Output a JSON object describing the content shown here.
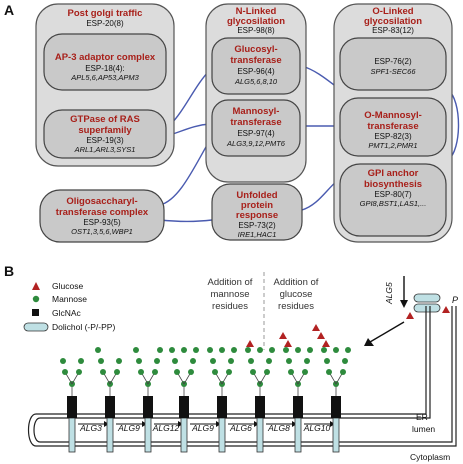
{
  "panel_a": {
    "letter": "A",
    "columns": [
      {
        "title": "Post golgi traffic",
        "esp": "ESP-20(8)"
      },
      {
        "title": "N-Linked glycosilation",
        "esp": "ESP-98(8)"
      },
      {
        "title": "O-Linked glycosilation",
        "esp": "ESP-83(12)"
      }
    ],
    "boxes": [
      {
        "title": "AP-3 adaptor complex",
        "esp": "ESP-18(4):",
        "genes": "APL5,6,AP53,APM3"
      },
      {
        "title": "GTPase of RAS superfamily",
        "esp": "ESP-19(3)",
        "genes": "ARL1,ARL3,SYS1"
      },
      {
        "title": "Oligosaccharyl-transferase complex",
        "esp": "ESP-93(5)",
        "genes": "OST1,3,5,6,WBP1"
      },
      {
        "title": "Glucosyl-transferase",
        "esp": "ESP-96(4)",
        "genes": "ALG5,6,8,10"
      },
      {
        "title": "Mannosyl-transferase",
        "esp": "ESP-97(4)",
        "genes": "ALG3,9,12,PMT6"
      },
      {
        "title": "Unfolded protein response",
        "esp": "ESP-73(2)",
        "genes": "IRE1,HAC1"
      },
      {
        "title": "",
        "esp": "ESP-76(2)",
        "genes": "SPF1-SEC66"
      },
      {
        "title": "O-Mannosyl-transferase",
        "esp": "ESP-82(3)",
        "genes": "PMT1,2,PMR1"
      },
      {
        "title": "GPI anchor biosynthesis",
        "esp": "ESP-80(7)",
        "genes": "GPI8,BST1,LAS1,..."
      }
    ]
  },
  "panel_b": {
    "letter": "B",
    "legend": [
      {
        "label": "Glucose",
        "icon": "triangle-icon",
        "color": "#b22222"
      },
      {
        "label": "Mannose",
        "icon": "circle-icon",
        "color": "#2e8b3d"
      },
      {
        "label": "GlcNAc",
        "icon": "square-icon",
        "color": "#111111"
      },
      {
        "label": "Dolichol (-P/-PP)",
        "icon": "lipid-icon",
        "color": "#bfe0e4"
      }
    ],
    "note_mannose": [
      "Addition of",
      "mannose",
      "residues"
    ],
    "note_glucose": [
      "Addition of",
      "glucose",
      "residues"
    ],
    "alg5": "ALG5",
    "phosphate": "P",
    "steps": [
      "ALG3",
      "ALG9",
      "ALG12",
      "ALG9",
      "ALG6",
      "ALG8",
      "ALG10"
    ],
    "er_lumen": [
      "ER",
      "lumen"
    ],
    "cytoplasm": "Cytoplasm"
  },
  "colors": {
    "title_red": "#a8201a",
    "link_blue": "#4a5bb0",
    "glucose": "#b22222",
    "mannose": "#2e8b3d",
    "dolichol": "#bfe0e4"
  }
}
